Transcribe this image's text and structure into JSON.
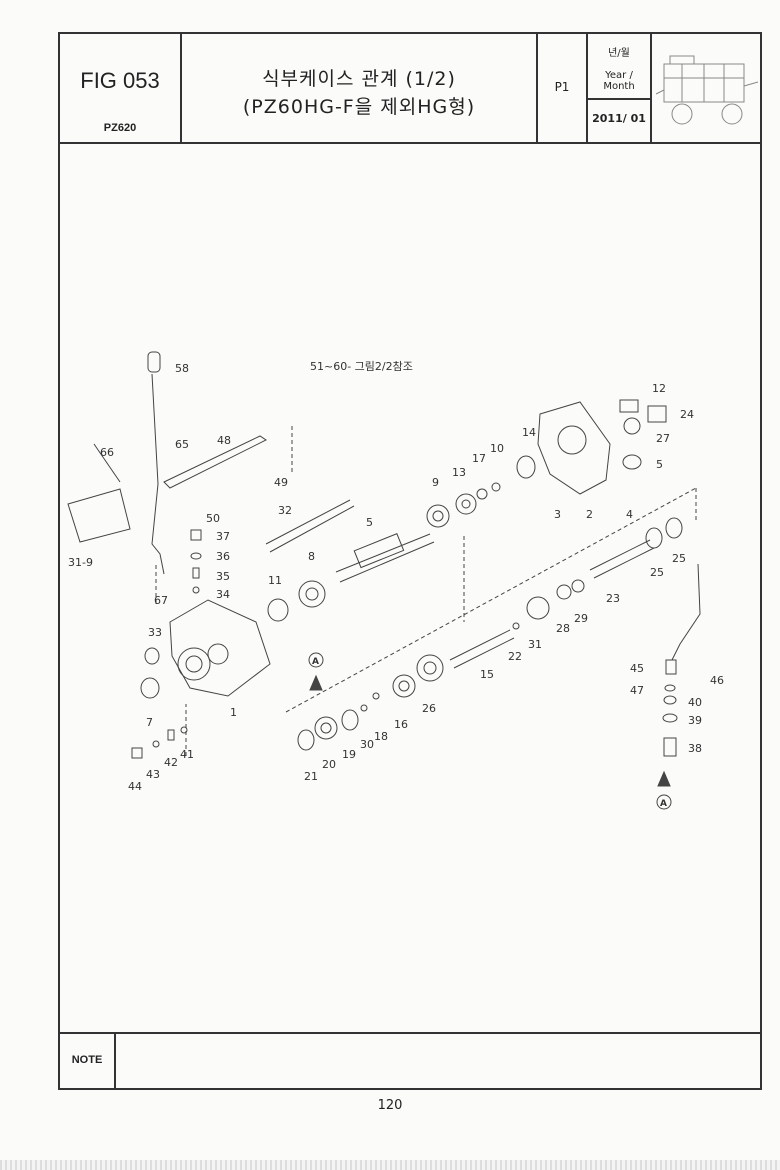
{
  "header": {
    "fig_code": "FIG 053",
    "model": "PZ620",
    "title_line1": "식부케이스 관계 (1/2)",
    "title_line2": "(PZ60HG-F을 제외HG형)",
    "page_code": "P1",
    "year_month_ko": "년/월",
    "year_month_en": "Year / Month",
    "date": "2011/ 01"
  },
  "diagram": {
    "note_ref": "51~60- 그림2/2참조",
    "callouts": [
      "58",
      "65",
      "48",
      "66",
      "49",
      "50",
      "37",
      "36",
      "35",
      "34",
      "31-9",
      "67",
      "32",
      "5",
      "9",
      "13",
      "17",
      "10",
      "14",
      "12",
      "24",
      "27",
      "5",
      "2",
      "3",
      "4",
      "8",
      "11",
      "33",
      "7",
      "1",
      "25",
      "25",
      "23",
      "29",
      "28",
      "31",
      "22",
      "15",
      "26",
      "16",
      "18",
      "30",
      "19",
      "20",
      "21",
      "41",
      "42",
      "43",
      "44",
      "45",
      "46",
      "47",
      "40",
      "39",
      "38"
    ],
    "view_marker": "A"
  },
  "note_label": "NOTE",
  "page_number": "120"
}
